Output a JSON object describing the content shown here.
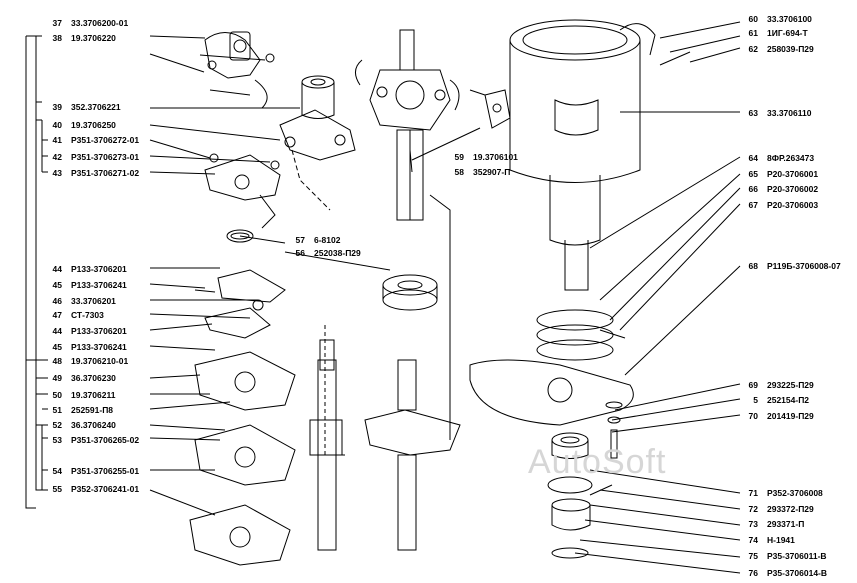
{
  "watermark": "AutoSoft",
  "labels_left": [
    {
      "n": "37",
      "code": "33.3706200-01"
    },
    {
      "n": "38",
      "code": "19.3706220"
    },
    {
      "n": "39",
      "code": "352.3706221"
    },
    {
      "n": "40",
      "code": "19.3706250"
    },
    {
      "n": "41",
      "code": "Р351-3706272-01"
    },
    {
      "n": "42",
      "code": "Р351-3706273-01"
    },
    {
      "n": "43",
      "code": "Р351-3706271-02"
    },
    {
      "n": "44",
      "code": "Р133-3706201"
    },
    {
      "n": "45",
      "code": "Р133-3706241"
    },
    {
      "n": "46",
      "code": "33.3706201"
    },
    {
      "n": "47",
      "code": "СТ-7303"
    },
    {
      "n": "44",
      "code": "Р133-3706201"
    },
    {
      "n": "45",
      "code": "Р133-3706241"
    },
    {
      "n": "48",
      "code": "19.3706210-01"
    },
    {
      "n": "49",
      "code": "36.3706230"
    },
    {
      "n": "50",
      "code": "19.3706211"
    },
    {
      "n": "51",
      "code": "252591-П8"
    },
    {
      "n": "52",
      "code": "36.3706240"
    },
    {
      "n": "53",
      "code": "Р351-3706265-02"
    },
    {
      "n": "54",
      "code": "Р351-3706255-01"
    },
    {
      "n": "55",
      "code": "Р352-3706241-01"
    }
  ],
  "labels_mid": [
    {
      "n": "57",
      "code": "6-8102"
    },
    {
      "n": "56",
      "code": "252038-П29"
    },
    {
      "n": "59",
      "code": "19.3706101"
    },
    {
      "n": "58",
      "code": "352907-П"
    }
  ],
  "labels_right": [
    {
      "n": "60",
      "code": "33.3706100"
    },
    {
      "n": "61",
      "code": "1ИГ-694-Т"
    },
    {
      "n": "62",
      "code": "258039-П29"
    },
    {
      "n": "63",
      "code": "33.3706110"
    },
    {
      "n": "64",
      "code": "8ФР.263473"
    },
    {
      "n": "65",
      "code": "Р20-3706001"
    },
    {
      "n": "66",
      "code": "Р20-3706002"
    },
    {
      "n": "67",
      "code": "Р20-3706003"
    },
    {
      "n": "68",
      "code": "Р119Б-3706008-07"
    },
    {
      "n": "69",
      "code": "293225-П29"
    },
    {
      "n": "5",
      "code": "252154-П2"
    },
    {
      "n": "70",
      "code": "201419-П29"
    },
    {
      "n": "71",
      "code": "Р352-3706008"
    },
    {
      "n": "72",
      "code": "293372-П29"
    },
    {
      "n": "73",
      "code": "293371-П"
    },
    {
      "n": "74",
      "code": "Н-1941"
    },
    {
      "n": "75",
      "code": "Р35-3706011-В"
    },
    {
      "n": "76",
      "code": "Р35-3706014-В"
    }
  ]
}
